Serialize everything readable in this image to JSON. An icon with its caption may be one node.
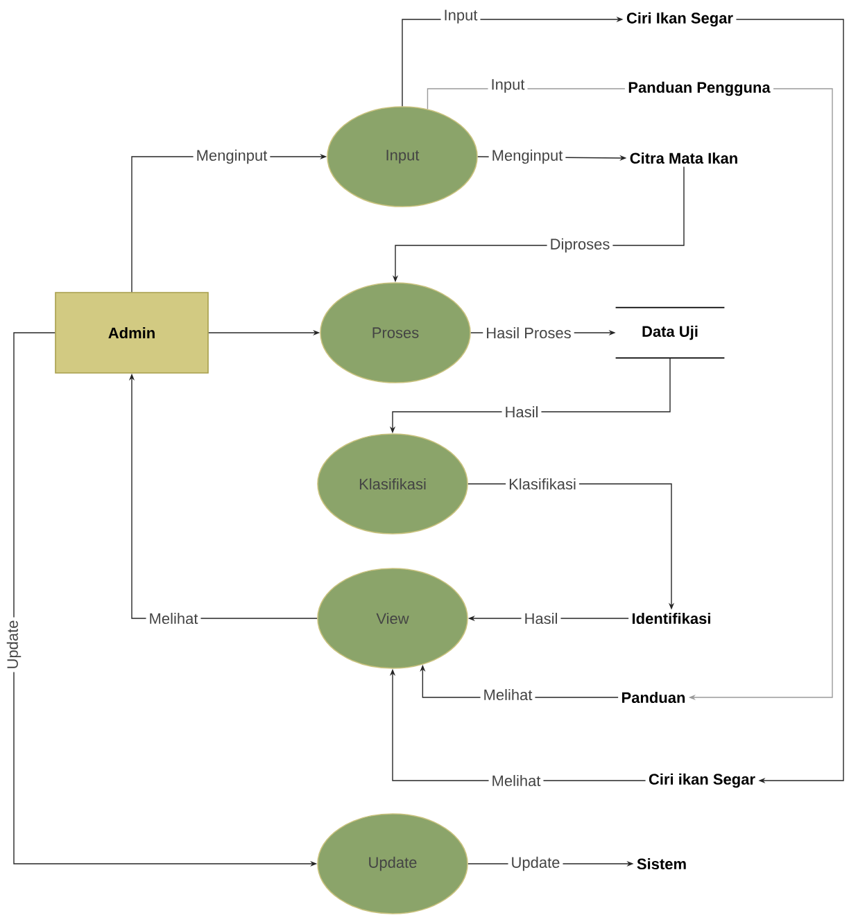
{
  "diagram": {
    "nodes": [
      {
        "text": [
          "Admin"
        ]
      },
      {
        "text": [
          "Input"
        ]
      },
      {
        "text": [
          "Proses"
        ]
      },
      {
        "text": [
          "Klasifikasi"
        ]
      },
      {
        "text": [
          "View"
        ]
      },
      {
        "text": [
          "Update"
        ]
      },
      {
        "text": [
          "Ciri Ikan Segar"
        ]
      },
      {
        "text": [
          "Panduan Pengguna"
        ]
      },
      {
        "text": [
          "Citra Mata Ikan"
        ]
      },
      {
        "text": [
          "Data Uji"
        ]
      },
      {
        "text": [
          "Identifikasi"
        ]
      },
      {
        "text": [
          "Panduan"
        ]
      },
      {
        "text": [
          "Ciri ikan Segar"
        ]
      },
      {
        "text": [
          "Sistem"
        ]
      }
    ],
    "edges": [
      {
        "from": 0,
        "to": 1,
        "arrow": "to",
        "label": "Menginput"
      },
      {
        "from": 0,
        "to": 2,
        "arrow": "to"
      },
      {
        "from": 4,
        "to": 0,
        "arrow": "to",
        "label": "Melihat"
      },
      {
        "from": 0,
        "to": 5,
        "arrow": "to",
        "label": "Update"
      },
      {
        "from": 1,
        "to": 6,
        "arrow": "to",
        "label": "Input"
      },
      {
        "from": 1,
        "to": 7,
        "arrow": "none",
        "label": "Input",
        "color": "#9a9a9a"
      },
      {
        "from": 1,
        "to": 8,
        "arrow": "to",
        "label": "Menginput"
      },
      {
        "from": 8,
        "to": 2,
        "arrow": "to",
        "label": "Diproses"
      },
      {
        "from": 2,
        "to": 9,
        "arrow": "to",
        "label": "Hasil Proses"
      },
      {
        "from": 9,
        "to": 3,
        "arrow": "to",
        "label": "Hasil"
      },
      {
        "from": 3,
        "to": 10,
        "arrow": "to",
        "label": "Klasifikasi"
      },
      {
        "from": 10,
        "to": 4,
        "arrow": "to",
        "label": "Hasil"
      },
      {
        "from": 7,
        "to": 11,
        "arrow": "to",
        "color": "#9a9a9a"
      },
      {
        "from": 11,
        "to": 4,
        "arrow": "to",
        "label": "Melihat"
      },
      {
        "from": 6,
        "to": 12,
        "arrow": "to"
      },
      {
        "from": 12,
        "to": 4,
        "arrow": "to",
        "label": "Melihat"
      },
      {
        "from": 5,
        "to": 13,
        "arrow": "to",
        "label": "Update"
      }
    ]
  }
}
